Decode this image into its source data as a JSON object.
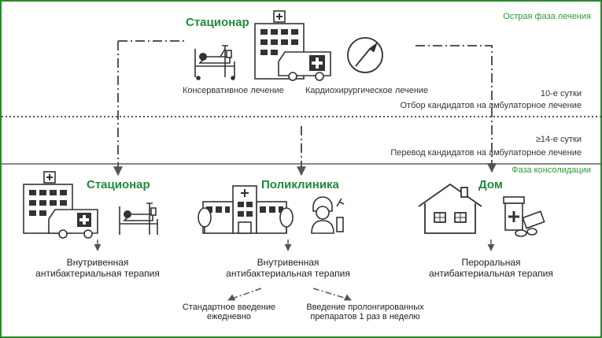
{
  "phases": {
    "acute": "Острая фаза лечения",
    "consolidation": "Фаза консолидации"
  },
  "top": {
    "title": "Стационар",
    "conservative": "Консервативное лечение",
    "surgical": "Кардиохирургическое лечение"
  },
  "notes": {
    "day10": "10-е сутки",
    "selection": "Отбор кандидатов на амбулаторное лечение",
    "day14": "≥14-е сутки",
    "transfer": "Перевод кандидатов на амбулаторное лечение"
  },
  "settings": {
    "hospital": {
      "title": "Стационар",
      "therapy_line1": "Внутривенная",
      "therapy_line2": "антибактериальная терапия"
    },
    "clinic": {
      "title": "Поликлиника",
      "therapy_line1": "Внутривенная",
      "therapy_line2": "антибактериальная терапия",
      "option_left_1": "Стандартное введение",
      "option_left_2": "ежедневно",
      "option_right_1": "Введение пролонгированных",
      "option_right_2": "препаратов 1 раз в неделю"
    },
    "home": {
      "title": "Дом",
      "therapy_line1": "Пероральная",
      "therapy_line2": "антибактериальная терапия"
    }
  },
  "colors": {
    "accent": "#1f8a3a",
    "frame": "#2a8a2a",
    "ink": "#222222"
  }
}
